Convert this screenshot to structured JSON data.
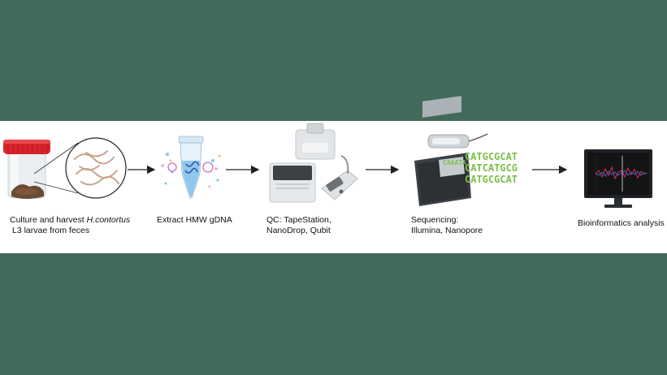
{
  "steps": [
    {
      "line1_prefix": "Culture and harvest ",
      "line1_italic": "H.contortus",
      "line2": "L3 larvae from feces"
    },
    {
      "line1": "Extract HMW gDNA"
    },
    {
      "line1": "QC:  TapeStation,",
      "line2": "NanoDrop, Qubit"
    },
    {
      "line1": "Sequencing:",
      "line2": "Illumina, Nanopore"
    },
    {
      "line1": "Bioinformatics analysis"
    }
  ],
  "sequence_text": [
    "CATGCGCAT",
    "CATCATGCG",
    "CATGCGCAT"
  ],
  "colors": {
    "background": "#416a5a",
    "band": "#ffffff",
    "sequence_green": "#7cc04a",
    "arrow": "#222222"
  }
}
